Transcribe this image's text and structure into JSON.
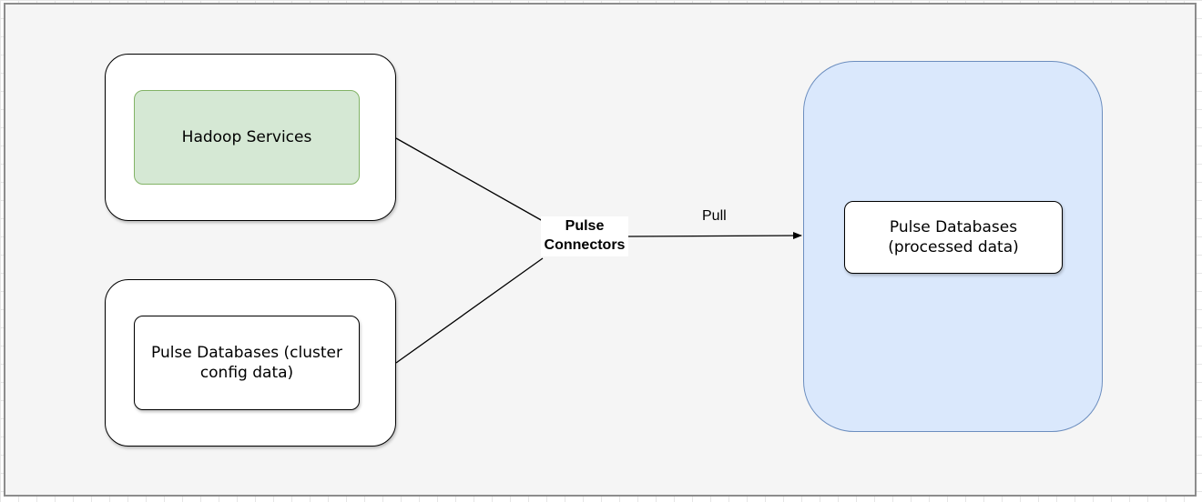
{
  "diagram": {
    "nodes": {
      "hadoop_services": "Hadoop Services",
      "pulse_db_config": "Pulse Databases (cluster\nconfig data)",
      "pulse_connectors": "Pulse\nConnectors",
      "pulse_db_processed": "Pulse Databases\n(processed data)"
    },
    "edges": {
      "pull_label": "Pull"
    },
    "colors": {
      "green_fill": "#d5e8d4",
      "green_stroke": "#82b366",
      "blue_fill": "#dae8fc",
      "blue_stroke": "#6c8ebf"
    }
  }
}
